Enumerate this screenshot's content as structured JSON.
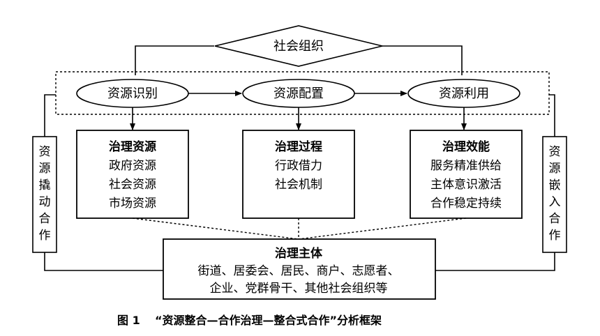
{
  "nodes": {
    "social_org": "社会组织",
    "identify": "资源识别",
    "allocate": "资源配置",
    "utilize": "资源利用"
  },
  "boxes": {
    "resources": {
      "title": "治理资源",
      "lines": [
        "政府资源",
        "社会资源",
        "市场资源"
      ]
    },
    "process": {
      "title": "治理过程",
      "lines": [
        "行政借力",
        "社会机制"
      ]
    },
    "efficacy": {
      "title": "治理效能",
      "lines": [
        "服务精准供给",
        "主体意识激活",
        "合作稳定持续"
      ]
    },
    "subjects": {
      "title": "治理主体",
      "lines": [
        "街道、居委会、居民、商户、志愿者、",
        "企业、党群骨干、其他社会组织等"
      ]
    }
  },
  "side_labels": {
    "left": [
      "资",
      "源",
      "撬",
      "动",
      "合",
      "作"
    ],
    "right": [
      "资",
      "源",
      "嵌",
      "入",
      "合",
      "作"
    ]
  },
  "caption": {
    "number": "图 1",
    "title": "“资源整合—合作治理—整合式合作”分析框架"
  }
}
